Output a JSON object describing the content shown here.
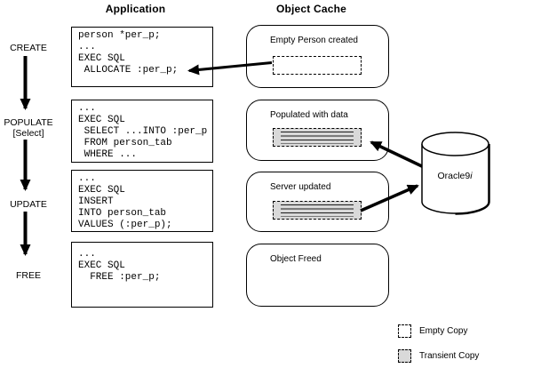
{
  "headers": {
    "application": "Application",
    "object_cache": "Object Cache"
  },
  "lifecycle": {
    "steps": [
      {
        "label": "CREATE"
      },
      {
        "label": "POPULATE",
        "sublabel": "[Select]"
      },
      {
        "label": "UPDATE"
      },
      {
        "label": "FREE"
      }
    ]
  },
  "application": {
    "boxes": [
      {
        "code": "person *per_p;\n...\nEXEC SQL\n ALLOCATE :per_p;"
      },
      {
        "code": "...\nEXEC SQL\n SELECT ...INTO :per_p\n FROM person_tab\n WHERE ..."
      },
      {
        "code": "...\nEXEC SQL\nINSERT\nINTO person_tab\nVALUES (:per_p);"
      },
      {
        "code": "...\nEXEC SQL\n  FREE :per_p;"
      }
    ]
  },
  "object_cache": {
    "boxes": [
      {
        "label": "Empty Person created",
        "object": "empty-copy"
      },
      {
        "label": "Populated with data",
        "object": "transient-copy"
      },
      {
        "label": "Server updated",
        "object": "transient-copy"
      },
      {
        "label": "Object Freed",
        "object": "none"
      }
    ]
  },
  "database": {
    "label_main": "Oracle9",
    "label_suffix": "i"
  },
  "legend": {
    "items": [
      {
        "swatch": "empty",
        "label": "Empty Copy"
      },
      {
        "swatch": "transient",
        "label": "Transient Copy"
      }
    ]
  },
  "colors": {
    "line": "#000000",
    "transient_fill": "#d9d9d9",
    "background": "#ffffff"
  }
}
